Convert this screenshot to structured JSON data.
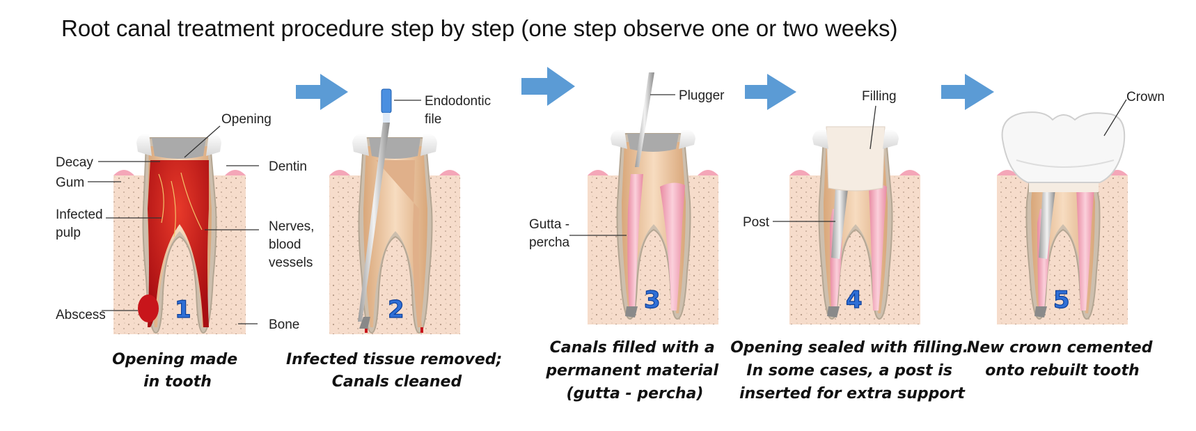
{
  "title": "Root canal treatment procedure step by step (one step observe one or two weeks)",
  "colors": {
    "arrow": "#5b9bd5",
    "step_number": "#2f6fd6",
    "gum": "#f4a6b8",
    "bone": "#f6dccb",
    "infection": "#c8151b",
    "filling_material": "#f3b9c8"
  },
  "steps": [
    {
      "number": "1",
      "caption": [
        "Opening made",
        "in tooth"
      ],
      "labels": {
        "opening": "Opening",
        "decay": "Decay",
        "gum": "Gum",
        "dentin": "Dentin",
        "infected_pulp": [
          "Infected",
          "pulp"
        ],
        "nerves": [
          "Nerves,",
          "blood",
          "vessels"
        ],
        "abscess": "Abscess",
        "bone": "Bone"
      }
    },
    {
      "number": "2",
      "caption": [
        "Infected tissue removed;",
        "Canals cleaned"
      ],
      "labels": {
        "file": [
          "Endodontic",
          "file"
        ]
      }
    },
    {
      "number": "3",
      "caption": [
        "Canals filled with a",
        "permanent material",
        "(gutta - percha)"
      ],
      "labels": {
        "plugger": "Plugger",
        "gutta": [
          "Gutta -",
          "percha"
        ]
      }
    },
    {
      "number": "4",
      "caption": [
        "Opening sealed with filling.",
        "In some cases, a post is",
        "inserted for extra support"
      ],
      "labels": {
        "filling": "Filling",
        "post": "Post"
      }
    },
    {
      "number": "5",
      "caption": [
        "New crown cemented",
        "onto rebuilt tooth"
      ],
      "labels": {
        "crown": "Crown"
      }
    }
  ]
}
